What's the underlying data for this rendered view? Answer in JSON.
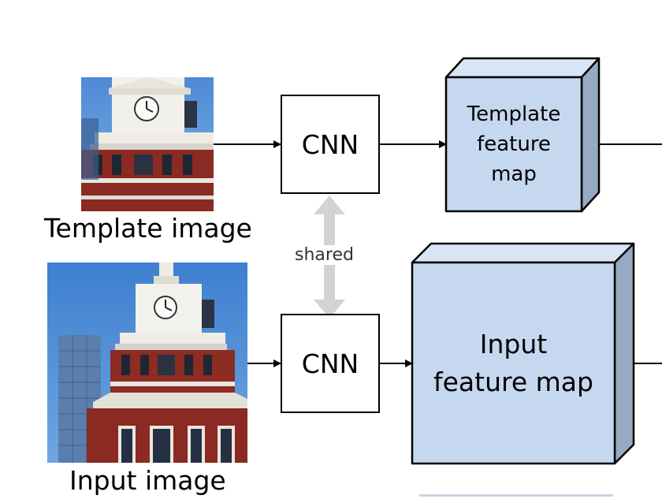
{
  "template_image": {
    "caption": "Template image"
  },
  "input_image": {
    "caption": "Input image"
  },
  "cnn_top": {
    "label": "CNN"
  },
  "cnn_bottom": {
    "label": "CNN"
  },
  "shared_label": "shared",
  "template_feature_map": {
    "lines": [
      "Template",
      "feature",
      "map"
    ]
  },
  "input_feature_map": {
    "lines": [
      "Input",
      "feature map"
    ]
  },
  "colors": {
    "feature_map_front": "#c6d8ef",
    "feature_map_top": "#d9e5f4",
    "feature_map_side": "#97aac4",
    "shared_arrow": "#d3d3d3",
    "sky": "#5b93d4",
    "brick": "#8a2a22"
  }
}
